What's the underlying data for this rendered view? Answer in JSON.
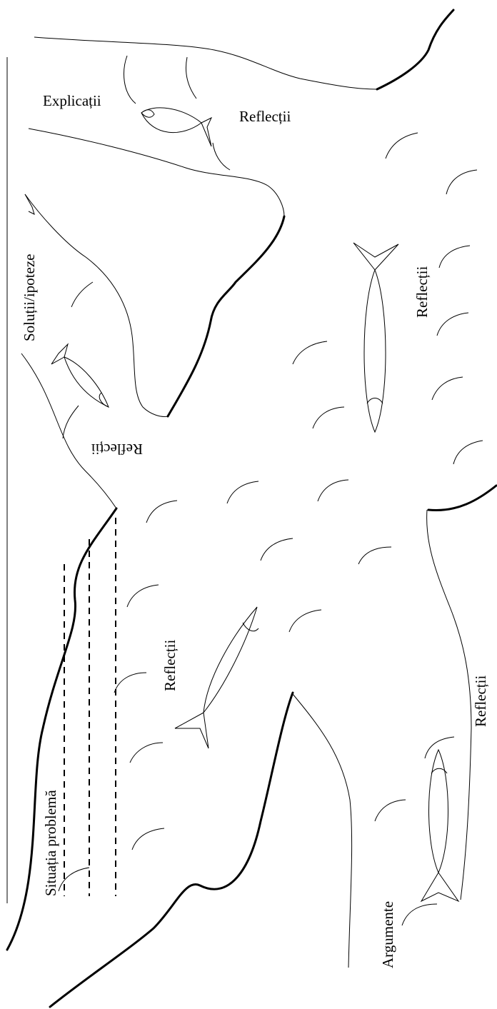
{
  "labels": {
    "situatia_problema": "Situația problemă",
    "solutii_ipoteze": "Soluții/ipoteze",
    "explicatii": "Explicații",
    "argumente": "Argumente",
    "reflectii": "Reflecții"
  }
}
